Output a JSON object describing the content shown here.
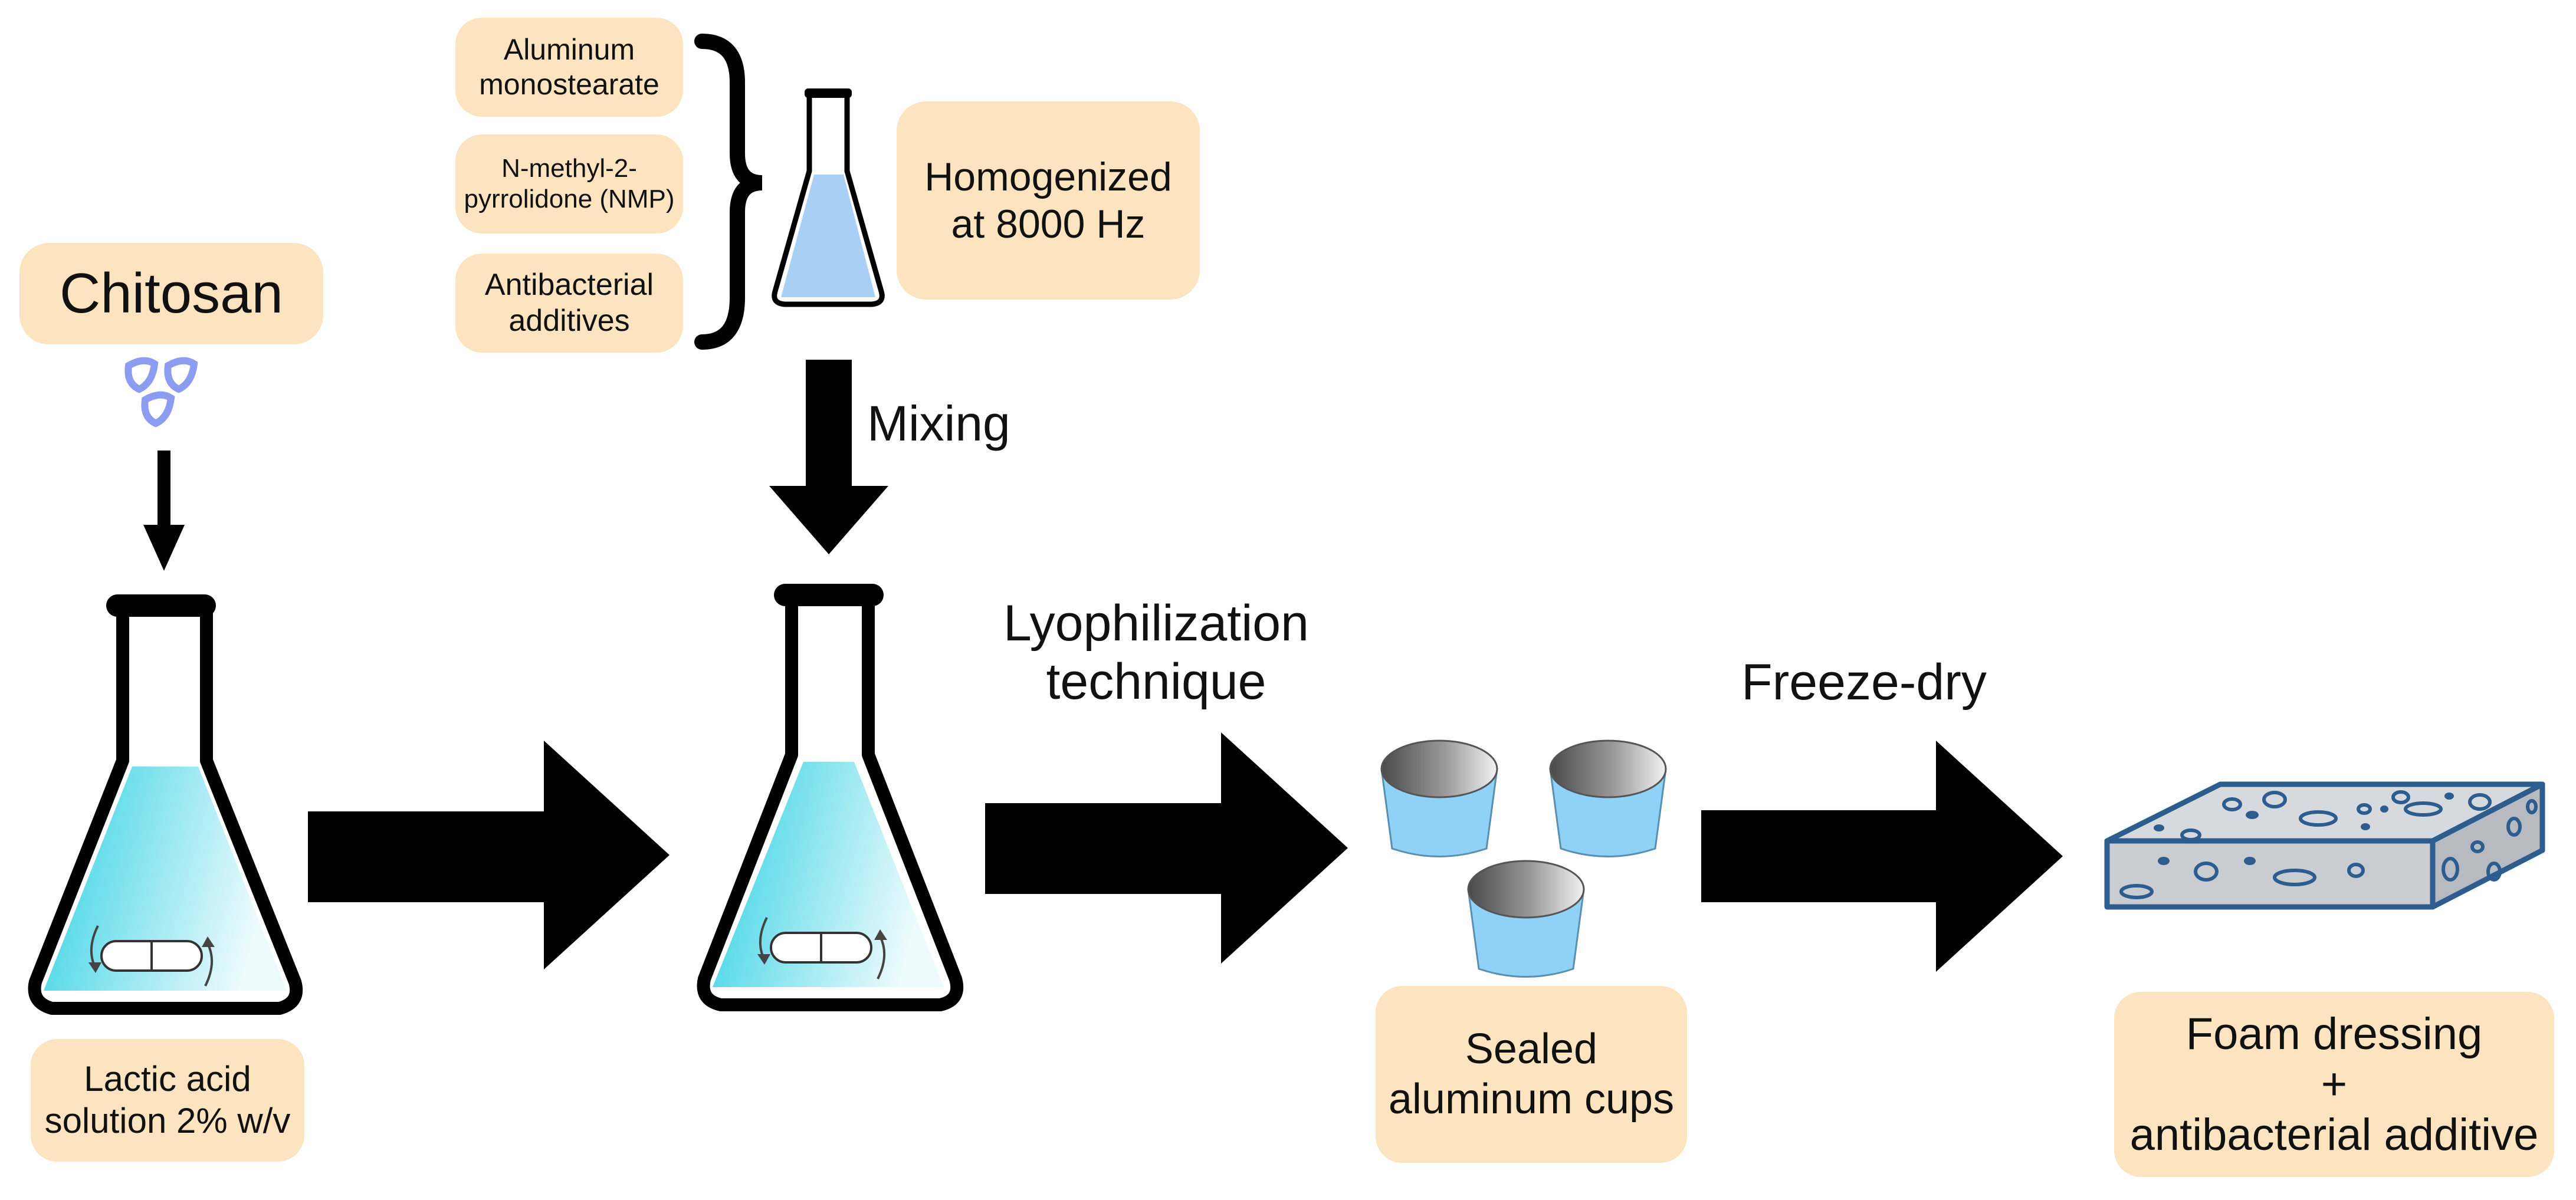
{
  "diagram": {
    "chitosan_label": "Chitosan",
    "lactic_acid": {
      "line1": "Lactic acid",
      "line2": "solution 2% w/v"
    },
    "ingredients": [
      {
        "line1": "Aluminum",
        "line2": "monostearate"
      },
      {
        "line1": "N-methyl-2-",
        "line2": "pyrrolidone (NMP)"
      },
      {
        "line1": "Antibacterial",
        "line2": "additives"
      }
    ],
    "homogenized": {
      "line1": "Homogenized",
      "line2": "at 8000 Hz"
    },
    "mixing_label": "Mixing",
    "lyophilization": {
      "line1": "Lyophilization",
      "line2": "technique"
    },
    "freeze_dry_label": "Freeze-dry",
    "sealed_cups": {
      "line1": "Sealed",
      "line2": "aluminum cups"
    },
    "foam_dressing": {
      "line1": "Foam dressing",
      "line2": "+",
      "line3": "antibacterial additive"
    }
  },
  "colors": {
    "label_fill": "#fde4c0",
    "arrow": "#000000",
    "liquid_dark": "#2fd0e3",
    "liquid_light": "#e8f9fc",
    "granule": "#8c9cf0",
    "small_flask_liquid": "#a9cff5",
    "cup_body": "#8fd1f7",
    "foam_fill": "#c9ccd0",
    "foam_stroke": "#2d5c8e"
  },
  "icons": [
    "granules-icon",
    "erlenmeyer-flask-icon",
    "stir-bar-icon",
    "curly-brace-icon",
    "aluminum-cup-icon",
    "foam-block-icon",
    "arrow-icon"
  ]
}
